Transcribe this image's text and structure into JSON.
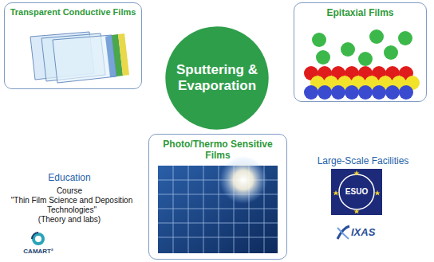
{
  "diagram": {
    "nodes": [
      {
        "text": [
          "Transparent Conductive Films"
        ]
      },
      {
        "text": [
          "Epitaxial Films"
        ]
      },
      {
        "text": [
          "Sputtering & Evaporation"
        ]
      },
      {
        "text": [
          "Photo/Thermo Sensitive Films"
        ]
      }
    ],
    "labels": [
      "Education",
      "Course",
      "\"Thin Film Science and Deposition Technologies\"",
      "(Theory and labs)",
      "CAMART²",
      "Large-Scale Facilities",
      "ESUO",
      "IXAS"
    ]
  }
}
